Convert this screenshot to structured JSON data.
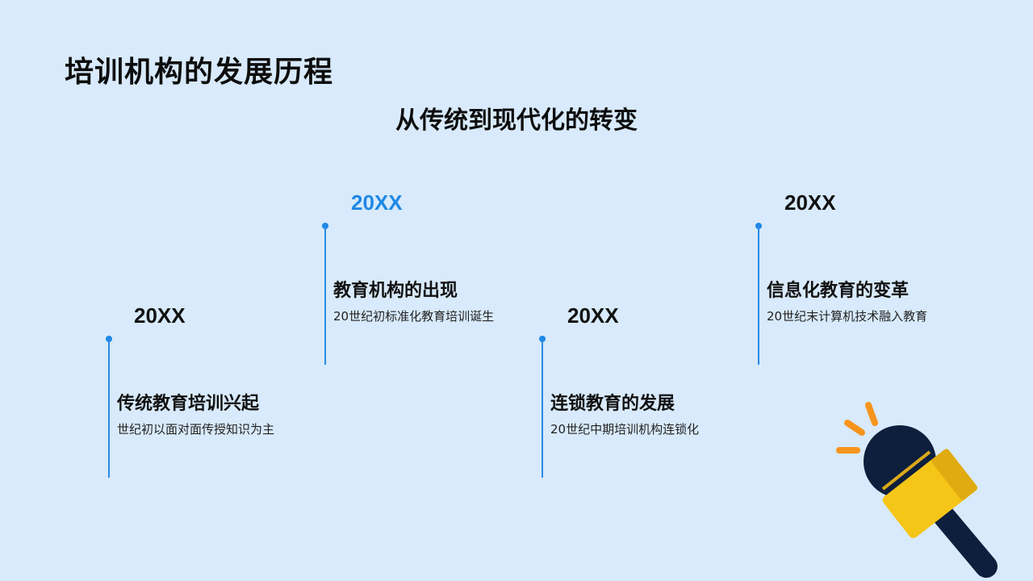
{
  "slide": {
    "title": "培训机构的发展历程",
    "subtitle": "从传统到现代化的转变"
  },
  "colors": {
    "background": "#d8eafb",
    "accent": "#1e88e5",
    "text": "#111111",
    "mic_head": "#0d1f3c",
    "mic_band": "#f5c518",
    "sound_lines": "#f7941d"
  },
  "timeline": [
    {
      "year": "20XX",
      "title": "传统教育培训兴起",
      "desc": "世纪初以面对面传授知识为主"
    },
    {
      "year": "20XX",
      "title": "教育机构的出现",
      "desc": "20世纪初标准化教育培训诞生"
    },
    {
      "year": "20XX",
      "title": "连锁教育的发展",
      "desc": "20世纪中期培训机构连锁化"
    },
    {
      "year": "20XX",
      "title": "信息化教育的变革",
      "desc": "20世纪末计算机技术融入教育"
    }
  ],
  "icons": {
    "decoration": "microphone-icon"
  }
}
